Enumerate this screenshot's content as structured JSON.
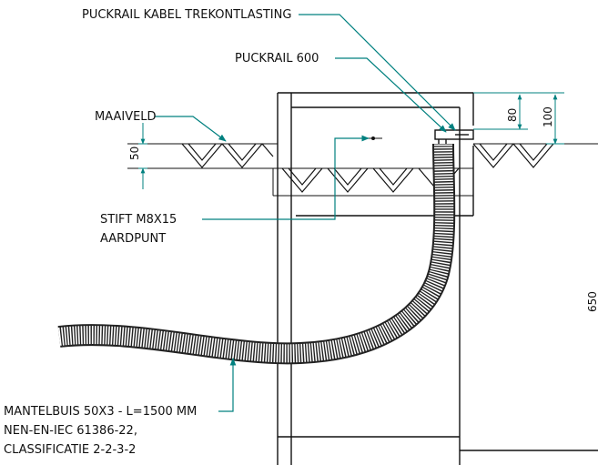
{
  "labels": {
    "trekontlasting": "PUCKRAIL KABEL TREKONTLASTING",
    "puckrail": "PUCKRAIL 600",
    "maaiveld": "MAAIVELD",
    "stift_line1": "STIFT M8X15",
    "stift_line2": "AARDPUNT",
    "mantelbuis_line1": "MANTELBUIS 50X3 - L=1500 MM",
    "mantelbuis_line2": "NEN-EN-IEC 61386-22,",
    "mantelbuis_line3": "CLASSIFICATIE 2-2-3-2"
  },
  "dimensions": {
    "d50": "50",
    "d80": "80",
    "d100": "100",
    "d650": "650"
  },
  "colors": {
    "leader": "#00807f",
    "lines": "#111111"
  }
}
